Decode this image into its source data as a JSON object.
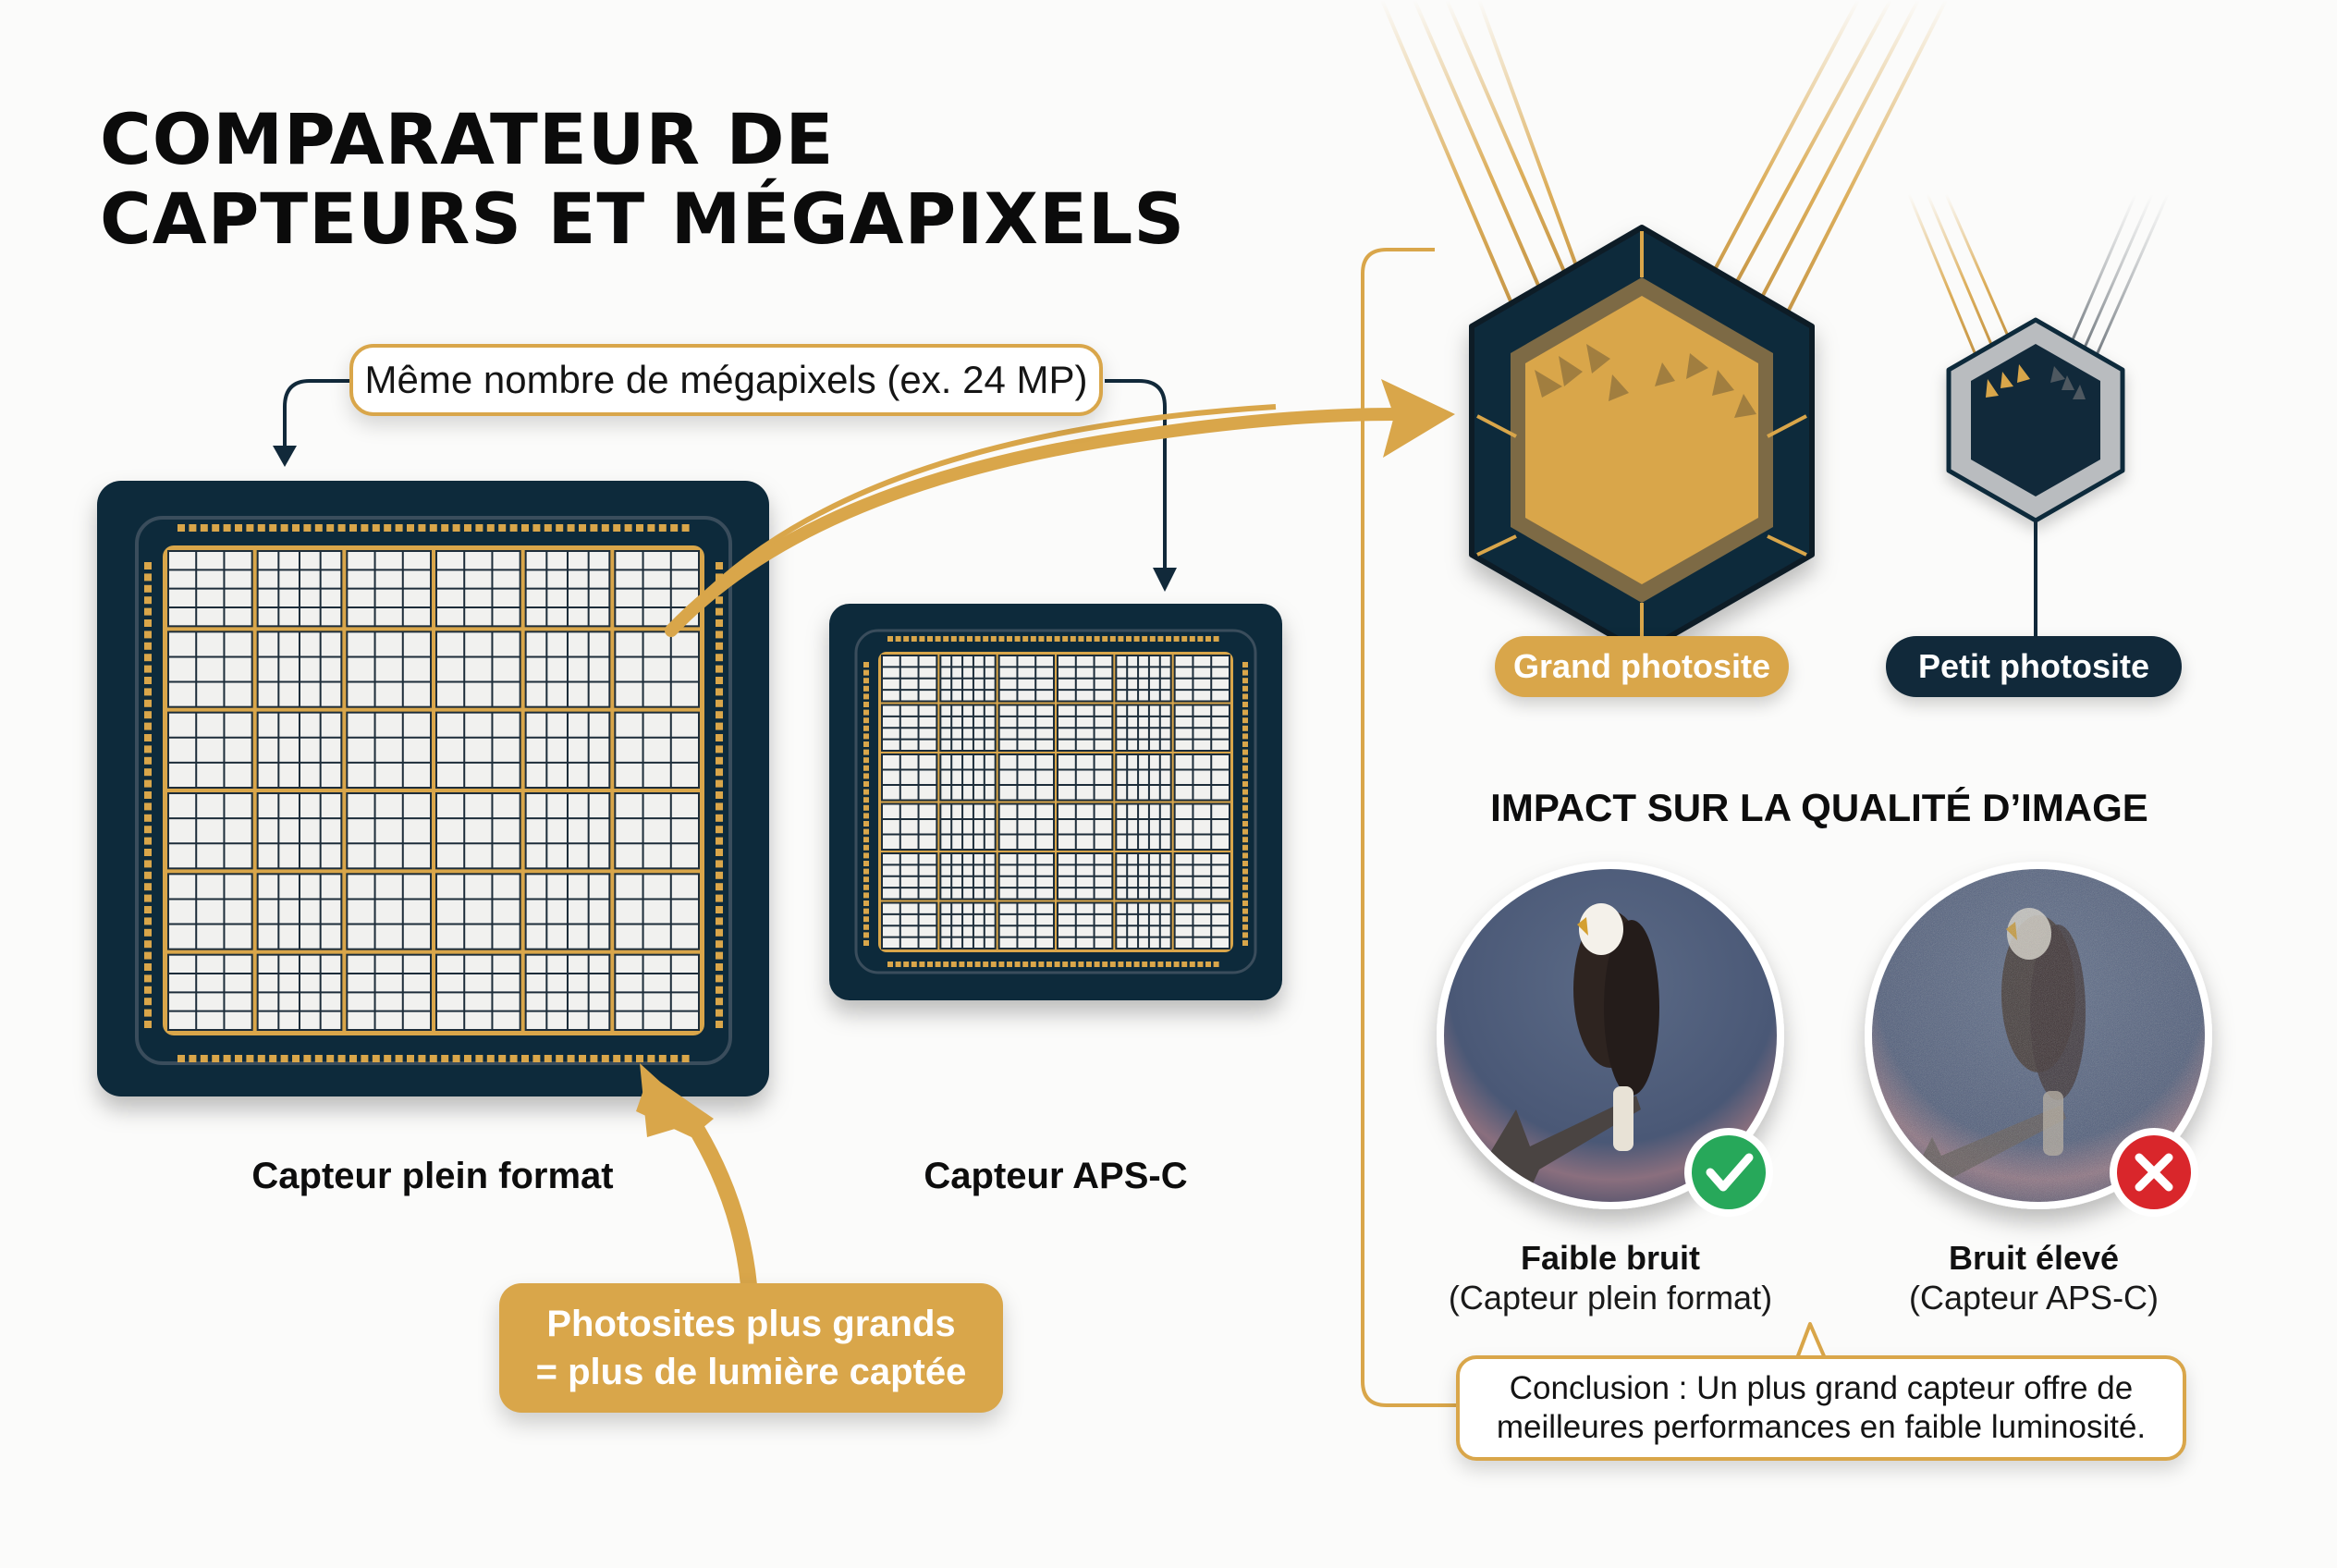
{
  "title": {
    "line1": "COMPARATEUR DE",
    "line2": "CAPTEURS ET MÉGAPIXELS"
  },
  "colors": {
    "gold": "#d9a64a",
    "navy": "#11293a",
    "background": "#fbfbfa",
    "check_green": "#27a85a",
    "cross_red": "#d9262b",
    "grid_cell": "#f1f1ef"
  },
  "left_panel": {
    "megapixel_label": "Même nombre de mégapixels (ex. 24 MP)",
    "sensors": [
      {
        "label": "Capteur plein format",
        "grid_blocks": "6x6",
        "size": "large"
      },
      {
        "label": "Capteur APS-C",
        "grid_blocks": "6x6",
        "size": "small"
      }
    ],
    "callout": {
      "line1": "Photosites plus grands",
      "line2": "= plus de lumière captée"
    }
  },
  "right_panel": {
    "photosites": [
      {
        "label": "Grand photosite",
        "style": "gold",
        "icon": "large-hexagon-photosite-icon"
      },
      {
        "label": "Petit photosite",
        "style": "navy",
        "icon": "small-hexagon-photosite-icon"
      }
    ],
    "impact_heading": "IMPACT SUR LA QUALITÉ D’IMAGE",
    "comparisons": [
      {
        "title": "Faible bruit",
        "subtitle": "(Capteur plein format)",
        "badge": "check-icon",
        "image": "eagle-clean-photo"
      },
      {
        "title": "Bruit élevé",
        "subtitle": "(Capteur APS-C)",
        "badge": "cross-icon",
        "image": "eagle-noisy-photo"
      }
    ],
    "conclusion": {
      "line1": "Conclusion : Un plus grand capteur offre de",
      "line2": "meilleures performances en faible luminosité."
    }
  }
}
